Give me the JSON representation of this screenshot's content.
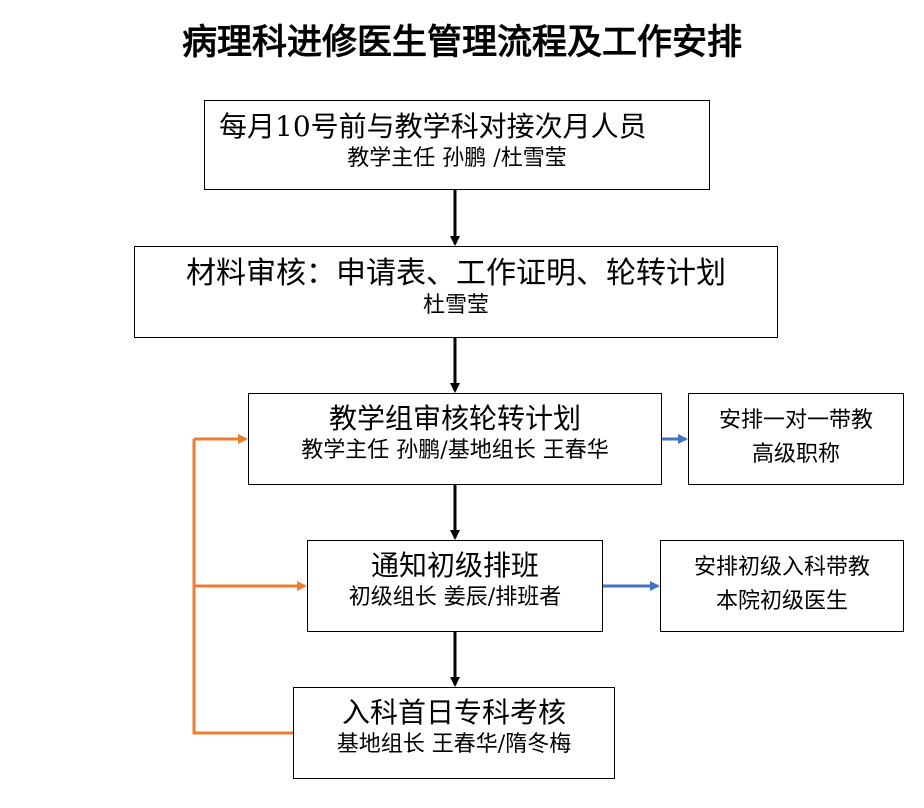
{
  "title": "病理科进修医生管理流程及工作安排",
  "steps": [
    {
      "title": "每月10号前与教学科对接次月人员",
      "detail": "教学主任  孙鹏 /杜雪莹"
    },
    {
      "title": "材料审核：申请表、工作证明、轮转计划",
      "detail": "杜雪莹"
    },
    {
      "title": "教学组审核轮转计划",
      "detail": "教学主任  孙鹏/基地组长  王春华"
    },
    {
      "title": "通知初级排班",
      "detail": "初级组长  姜辰/排班者"
    },
    {
      "title": "入科首日专科考核",
      "detail": "基地组长  王春华/隋冬梅"
    }
  ],
  "side_notes": [
    {
      "line1": "安排一对一带教",
      "line2": "高级职称"
    },
    {
      "line1": "安排初级入科带教",
      "line2": "本院初级医生"
    }
  ],
  "colors": {
    "main_arrow": "#000000",
    "side_arrow": "#4472C4",
    "feedback_arrow": "#ED7D31"
  }
}
